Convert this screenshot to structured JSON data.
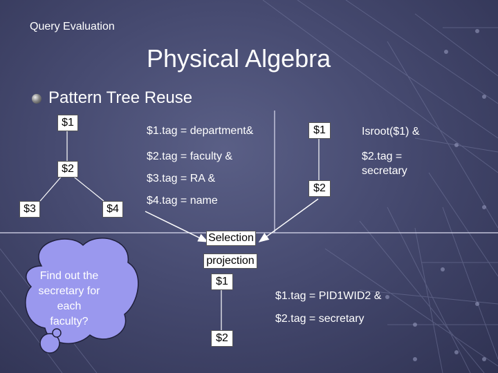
{
  "header": {
    "text": "Query Evaluation"
  },
  "slide": {
    "title": "Physical Algebra",
    "bullet": "Pattern Tree Reuse"
  },
  "tree_left": {
    "n1": "$1",
    "n2": "$2",
    "n3": "$3",
    "n4": "$4"
  },
  "conditions_left": {
    "c1": "$1.tag = department&",
    "c2": "$2.tag = faculty &",
    "c3": "$3.tag = RA &",
    "c4": "$4.tag = name"
  },
  "tree_right": {
    "n1": "$1",
    "n2": "$2"
  },
  "conditions_right": {
    "c1": "Isroot($1) &",
    "c2a": "$2.tag =",
    "c2b": "secretary"
  },
  "labels": {
    "selection": "Selection",
    "projection": "projection"
  },
  "tree_bottom": {
    "n1": "$1",
    "n2": "$2"
  },
  "conditions_bottom": {
    "c1": "$1.tag = PID1WID2 &",
    "c2": "$2.tag = secretary"
  },
  "cloud": {
    "line1": "Find out  the",
    "line2": "secretary for",
    "line3": "each",
    "line4": "faculty?"
  },
  "colors": {
    "background": "#464a70",
    "node_fill": "#ffffff",
    "text": "#ffffff",
    "cloud_fill": "#9a98ee"
  }
}
